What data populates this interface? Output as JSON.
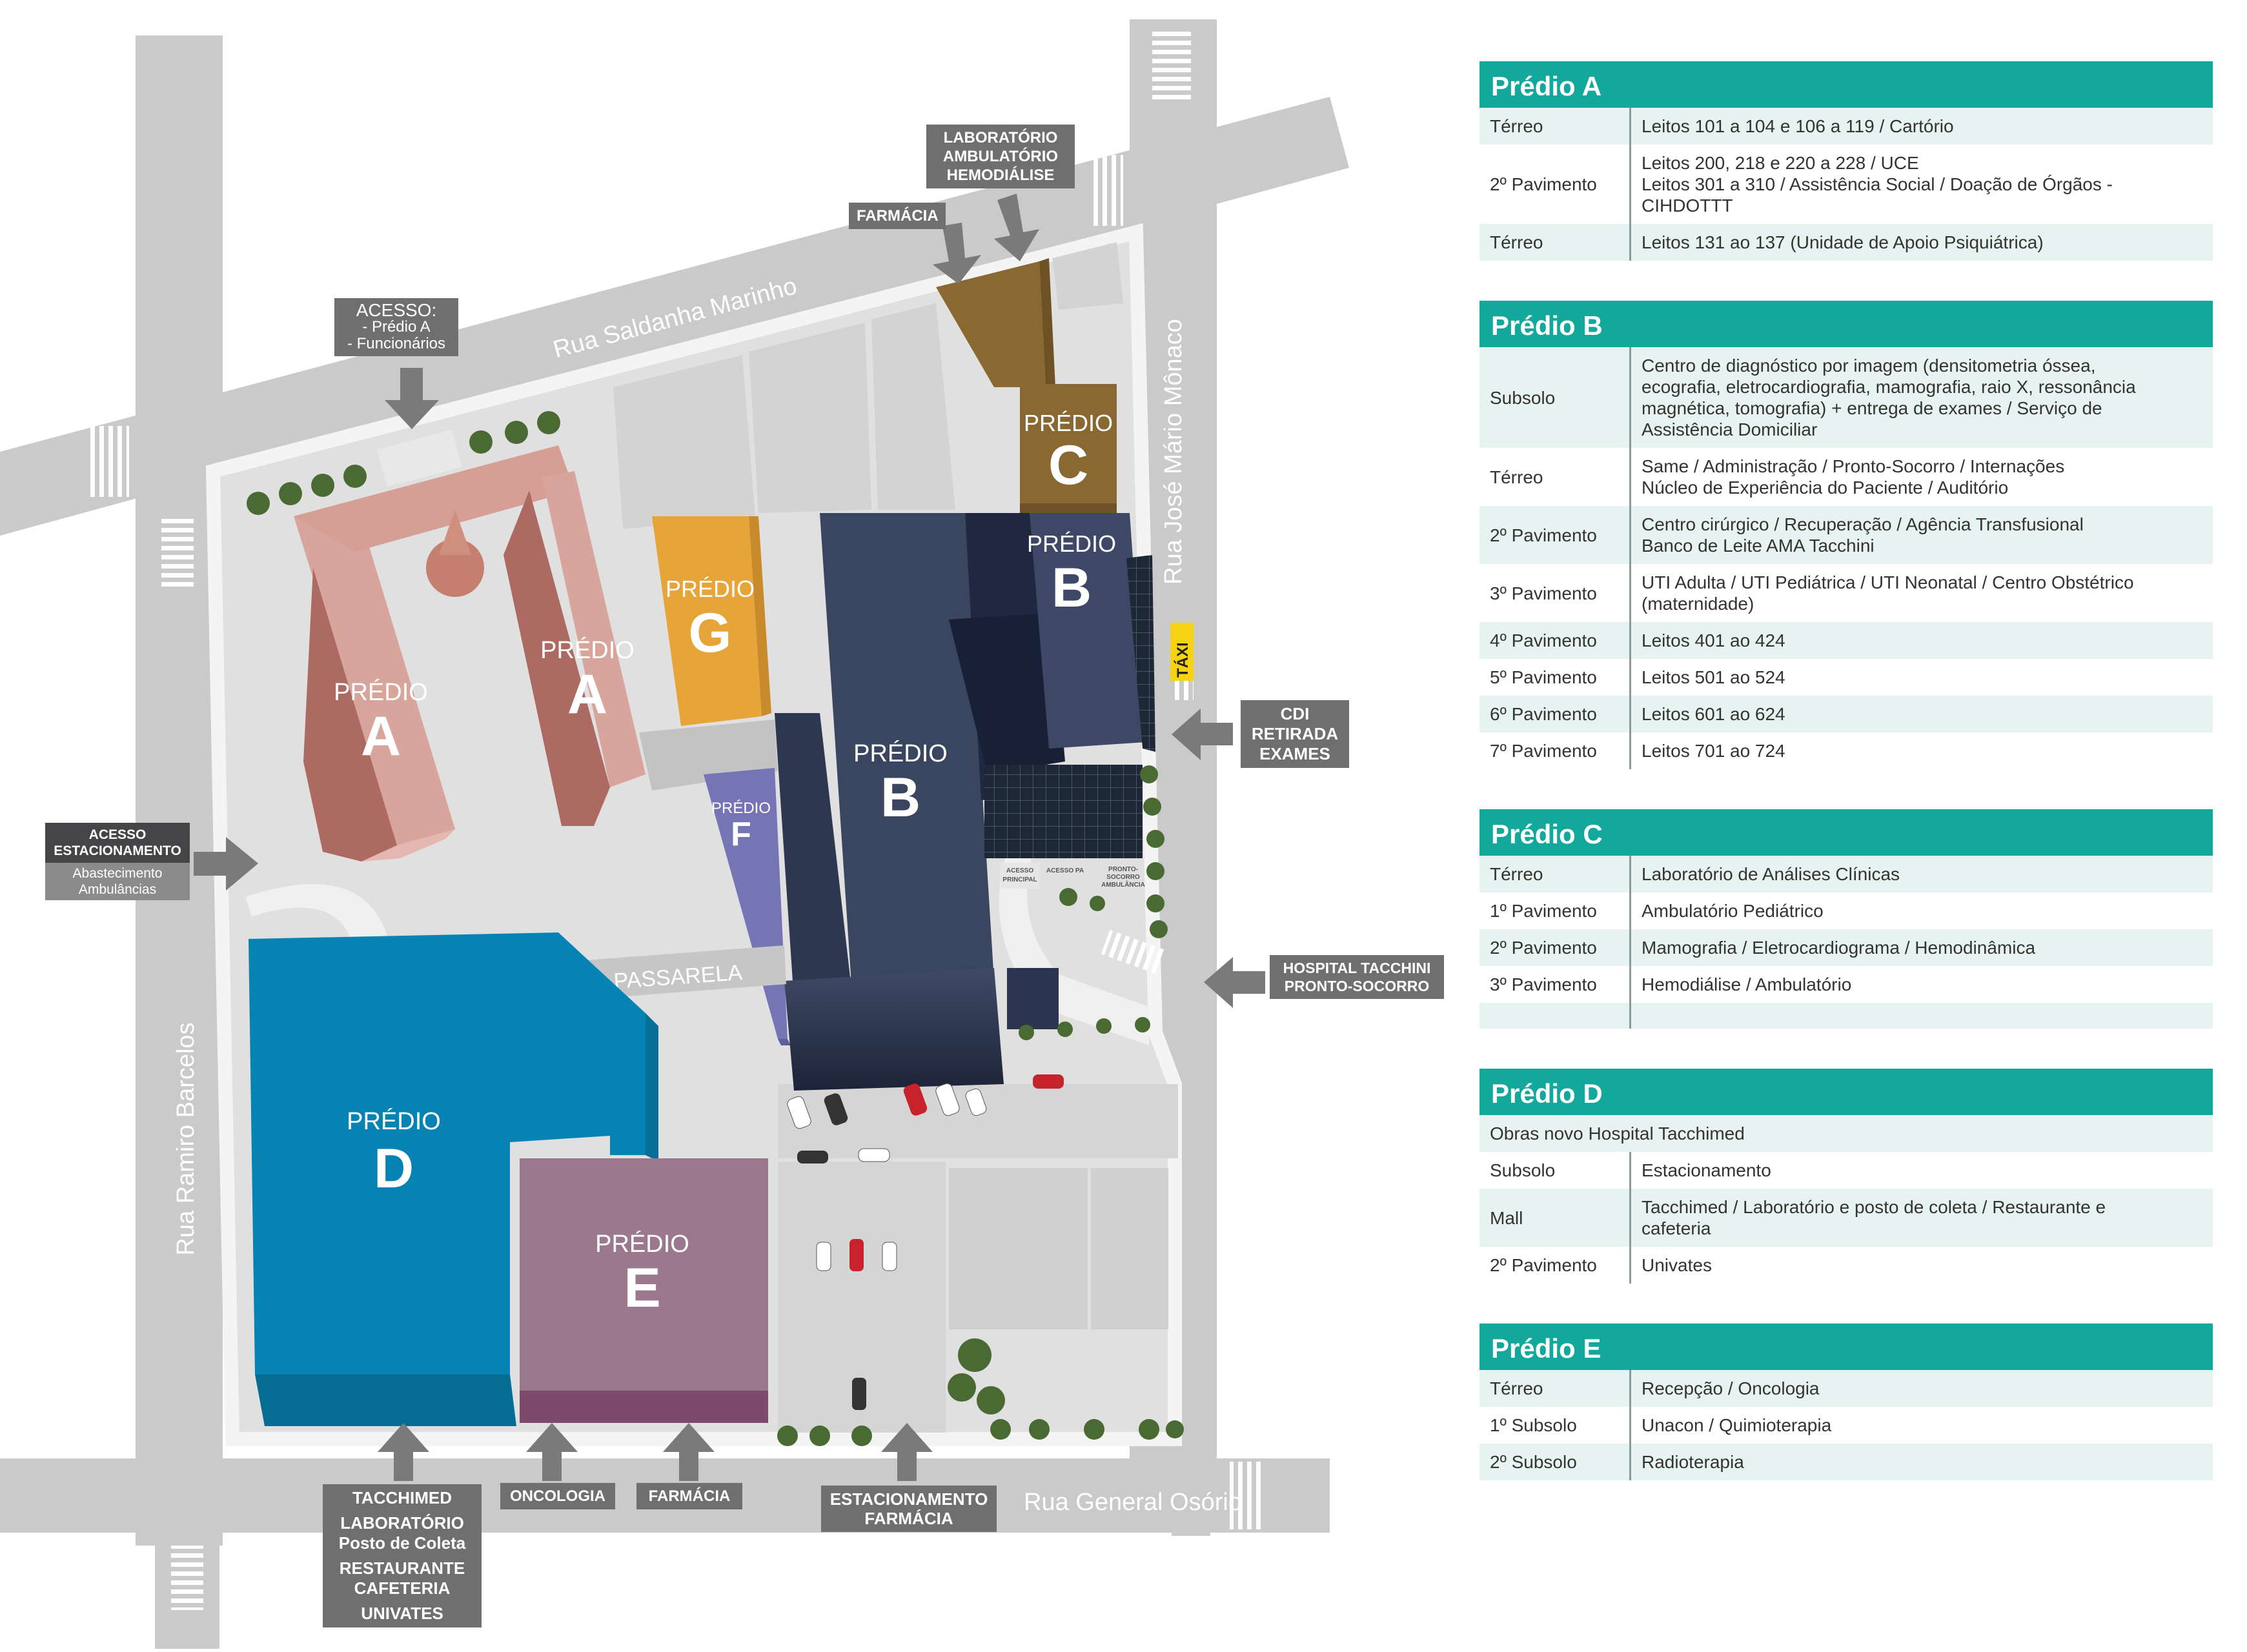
{
  "streets": {
    "saldanha": "Rua Saldanha Marinho",
    "jose": "Rua José Mário Mônaco",
    "ramiro": "Rua Ramiro Barcelos",
    "osorio": "Rua General Osório"
  },
  "buildings": {
    "predio_word": "PRÉDIO",
    "a": "A",
    "b": "B",
    "c": "C",
    "d": "D",
    "e": "E",
    "f": "F",
    "g": "G"
  },
  "map_labels": {
    "passarela": "PASSARELA",
    "taxi": "TÁXI",
    "acesso_principal": [
      "ACESSO",
      "PRINCIPAL"
    ],
    "acesso_pa": "ACESSO PA",
    "pronto_socorro_amb": [
      "PRONTO-",
      "SOCORRO",
      "AMBULÂNCIA"
    ]
  },
  "signs": {
    "acesso_top": {
      "title": "ACESSO:",
      "lines": [
        "- Prédio A",
        "- Funcionários"
      ]
    },
    "farmacia_top": "FARMÁCIA",
    "lab_top": [
      "LABORATÓRIO",
      "AMBULATÓRIO",
      "HEMODIÁLISE"
    ],
    "cdi": [
      "CDI",
      "RETIRADA",
      "EXAMES"
    ],
    "acesso_est": {
      "title": [
        "ACESSO",
        "ESTACIONAMENTO"
      ],
      "lines": [
        "Abastecimento",
        "Ambulâncias"
      ]
    },
    "hospital_ps": [
      "HOSPITAL TACCHINI",
      "PRONTO-SOCORRO"
    ],
    "tacchimed": [
      "TACCHIMED",
      "LABORATÓRIO",
      "Posto de Coleta",
      "RESTAURANTE",
      "CAFETERIA",
      "UNIVATES"
    ],
    "oncologia": "ONCOLOGIA",
    "farmacia_bottom": "FARMÁCIA",
    "est_farmacia": [
      "ESTACIONAMENTO",
      "FARMÁCIA"
    ]
  },
  "colors": {
    "predio_a": "#c98980",
    "predio_b": "#3a4560",
    "predio_c": "#8a6831",
    "predio_d": "#0584b4",
    "predio_e": "#9b788e",
    "predio_f": "#6f6fae",
    "predio_g": "#e7a438",
    "accent": "#12a89b",
    "sign_gray": "#6f6f70"
  },
  "panels": [
    {
      "title": "Prédio A",
      "rows": [
        {
          "floor": "Térreo",
          "desc": [
            "Leitos 101 a 104 e 106 a 119 / Cartório"
          ]
        },
        {
          "floor": "2º Pavimento",
          "desc": [
            "Leitos 200, 218 e 220 a 228 / UCE",
            "Leitos 301 a 310 / Assistência Social / Doação de Órgãos -",
            "CIHDOTTT"
          ]
        },
        {
          "floor": "Térreo",
          "desc": [
            "Leitos 131 ao 137 (Unidade de Apoio Psiquiátrica)"
          ]
        }
      ]
    },
    {
      "title": "Prédio B",
      "rows": [
        {
          "floor": "Subsolo",
          "desc": [
            "Centro de diagnóstico por imagem (densitometria óssea,",
            "ecografia, eletrocardiografia, mamografia, raio X, ressonância",
            "magnética, tomografia) + entrega de exames / Serviço de",
            "Assistência Domiciliar"
          ]
        },
        {
          "floor": "Térreo",
          "desc": [
            "Same / Administração / Pronto-Socorro / Internações",
            "Núcleo de Experiência do Paciente / Auditório"
          ]
        },
        {
          "floor": "2º Pavimento",
          "desc": [
            "Centro cirúrgico / Recuperação / Agência Transfusional",
            "Banco de Leite AMA Tacchini"
          ]
        },
        {
          "floor": "3º Pavimento",
          "desc": [
            "UTI Adulta / UTI Pediátrica / UTI Neonatal / Centro Obstétrico",
            "(maternidade)"
          ]
        },
        {
          "floor": "4º Pavimento",
          "desc": [
            "Leitos 401 ao 424"
          ]
        },
        {
          "floor": "5º Pavimento",
          "desc": [
            "Leitos 501 ao 524"
          ]
        },
        {
          "floor": "6º Pavimento",
          "desc": [
            "Leitos 601 ao 624"
          ]
        },
        {
          "floor": "7º Pavimento",
          "desc": [
            "Leitos 701 ao 724"
          ]
        }
      ]
    },
    {
      "title": "Prédio C",
      "rows": [
        {
          "floor": "Térreo",
          "desc": [
            "Laboratório de Análises Clínicas"
          ]
        },
        {
          "floor": "1º Pavimento",
          "desc": [
            "Ambulatório Pediátrico"
          ]
        },
        {
          "floor": "2º Pavimento",
          "desc": [
            "Mamografia / Eletrocardiograma / Hemodinâmica"
          ]
        },
        {
          "floor": "3º Pavimento",
          "desc": [
            "Hemodiálise / Ambulatório"
          ]
        },
        {
          "floor": "",
          "desc": [
            ""
          ]
        }
      ]
    },
    {
      "title": "Prédio D",
      "rows": [
        {
          "floor": "Obras novo Hospital Tacchimed",
          "desc": [],
          "full": true
        },
        {
          "floor": "Subsolo",
          "desc": [
            "Estacionamento"
          ]
        },
        {
          "floor": "Mall",
          "desc": [
            "Tacchimed / Laboratório e posto de coleta / Restaurante e",
            "cafeteria"
          ]
        },
        {
          "floor": "2º Pavimento",
          "desc": [
            "Univates"
          ]
        }
      ]
    },
    {
      "title": "Prédio E",
      "rows": [
        {
          "floor": "Térreo",
          "desc": [
            "Recepção / Oncologia"
          ]
        },
        {
          "floor": "1º Subsolo",
          "desc": [
            "Unacon / Quimioterapia"
          ]
        },
        {
          "floor": "2º Subsolo",
          "desc": [
            "Radioterapia"
          ]
        }
      ]
    }
  ]
}
